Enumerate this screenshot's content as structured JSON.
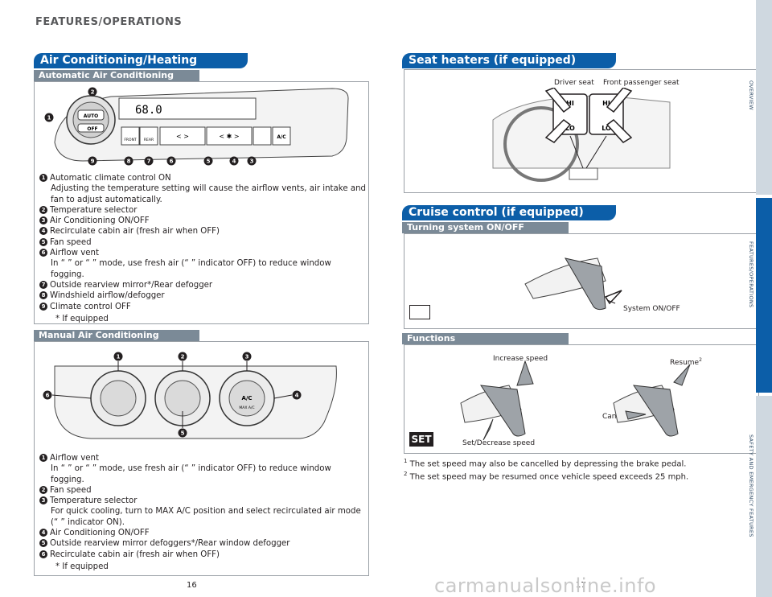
{
  "header": {
    "title": "FEATURES/OPERATIONS"
  },
  "left": {
    "ac_title": "Air Conditioning/Heating",
    "auto_sub": "Automatic Air Conditioning",
    "auto_items": [
      {
        "n": "1",
        "text": "Automatic climate control ON"
      },
      {
        "n": "",
        "text": "Adjusting the temperature setting will cause the airflow vents, air intake and"
      },
      {
        "n": "",
        "text": "fan to adjust automatically."
      },
      {
        "n": "2",
        "text": "Temperature selector"
      },
      {
        "n": "3",
        "text": "Air Conditioning ON/OFF"
      },
      {
        "n": "4",
        "text": "Recirculate cabin air (fresh air when OFF)"
      },
      {
        "n": "5",
        "text": "Fan speed"
      },
      {
        "n": "6",
        "text": "Airflow vent"
      },
      {
        "n": "",
        "text": "In “ ” or “ ” mode, use fresh air (“ ” indicator OFF) to reduce window"
      },
      {
        "n": "",
        "text": "fogging."
      },
      {
        "n": "7",
        "text": "Outside rearview mirror*/Rear defogger"
      },
      {
        "n": "8",
        "text": "Windshield airflow/defogger"
      },
      {
        "n": "9",
        "text": "Climate control OFF"
      }
    ],
    "auto_footnote": "* If equipped",
    "manual_sub": "Manual Air Conditioning",
    "manual_items": [
      {
        "n": "1",
        "text": "Airflow vent"
      },
      {
        "n": "",
        "text": "In “ ” or “ ” mode, use fresh air (“ ” indicator OFF) to reduce window"
      },
      {
        "n": "",
        "text": "fogging."
      },
      {
        "n": "2",
        "text": "Fan speed"
      },
      {
        "n": "3",
        "text": "Temperature selector"
      },
      {
        "n": "",
        "text": "For quick cooling, turn to MAX A/C position and select recirculated air mode"
      },
      {
        "n": "",
        "text": "(“ ” indicator ON)."
      },
      {
        "n": "4",
        "text": "Air Conditioning ON/OFF"
      },
      {
        "n": "5",
        "text": "Outside rearview mirror defoggers*/Rear window defogger"
      },
      {
        "n": "6",
        "text": "Recirculate cabin air (fresh air when OFF)"
      }
    ],
    "manual_footnote": "* If equipped",
    "display_temp": "68.0",
    "auto_label": "AUTO",
    "off_label": "OFF",
    "ac_label": "A/C",
    "front_label": "FRONT",
    "rear_label": "REAR",
    "max_ac_label": "MAX A/C",
    "page": "16"
  },
  "right": {
    "seat_title": "Seat heaters (if equipped)",
    "driver_seat": "Driver seat",
    "passenger_seat": "Front passenger seat",
    "hi": "HI",
    "lo": "LO",
    "cruise_title": "Cruise control (if equipped)",
    "turning_sub": "Turning system ON/OFF",
    "system_onoff": "System ON/OFF",
    "functions_sub": "Functions",
    "increase_speed": "Increase speed",
    "resume": "Resume",
    "resume_sup": "2",
    "cancel": "Cancel",
    "cancel_sup": "1",
    "set_decrease": "Set/Decrease speed",
    "set_icon": "SET",
    "footnote1_sup": "1",
    "footnote1": "The set speed may also be cancelled by depressing the brake pedal.",
    "footnote2_sup": "2",
    "footnote2": "The set speed may be resumed once vehicle speed exceeds 25 mph.",
    "page": "17"
  },
  "tabs": [
    {
      "label": "OVERVIEW",
      "active": false
    },
    {
      "label": "FEATURES/OPERATIONS",
      "active": true
    },
    {
      "label": "SAFETY AND EMERGENCY FEATURES",
      "active": false
    }
  ],
  "watermark": "carmanualsonline.info"
}
